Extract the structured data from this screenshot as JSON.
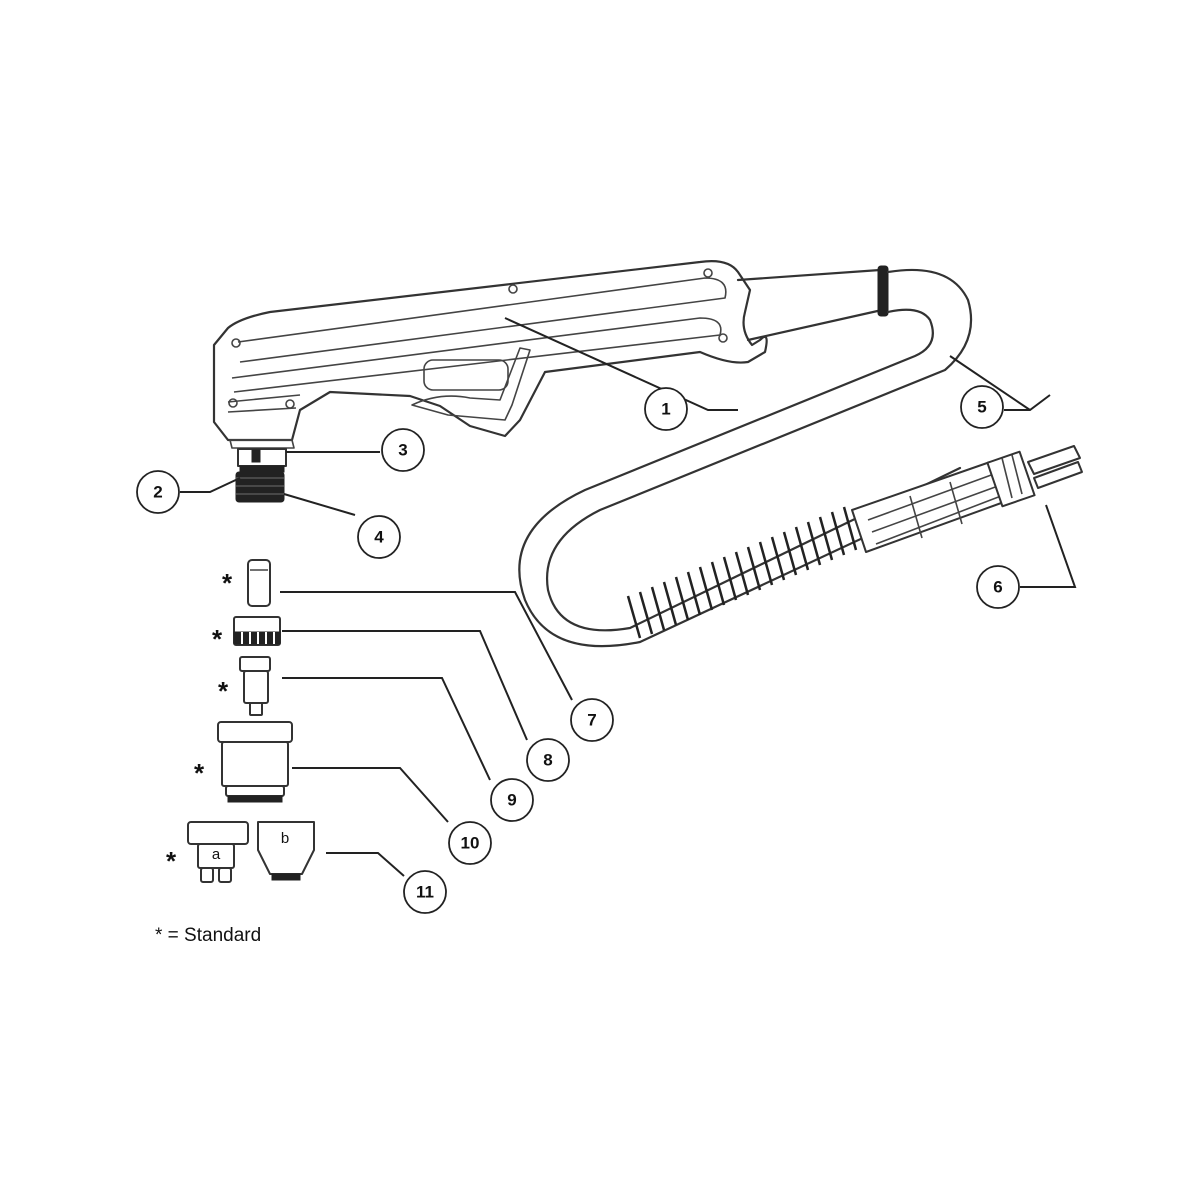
{
  "callouts": {
    "c1": "1",
    "c2": "2",
    "c3": "3",
    "c4": "4",
    "c5": "5",
    "c6": "6",
    "c7": "7",
    "c8": "8",
    "c9": "9",
    "c10": "10",
    "c11": "11"
  },
  "standard_marker": "*",
  "tip_labels": {
    "a": "a",
    "b": "b"
  },
  "legend": "* = Standard"
}
